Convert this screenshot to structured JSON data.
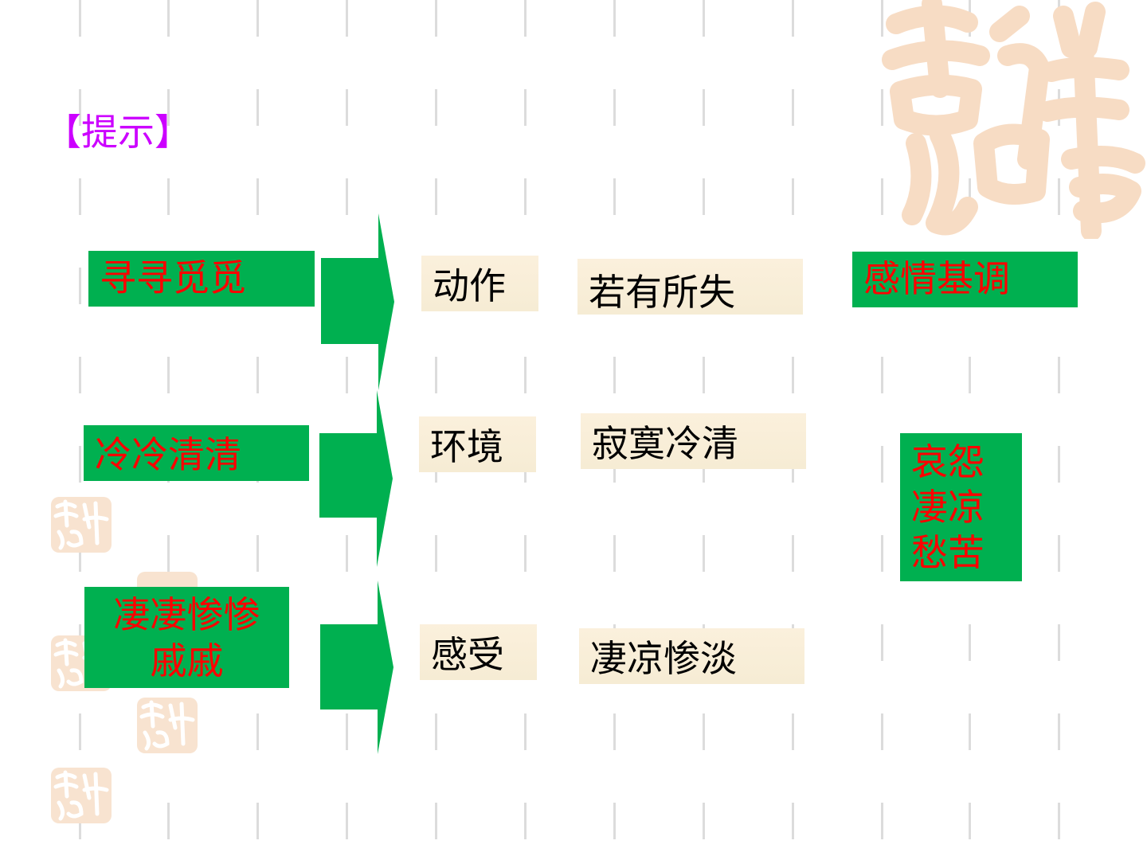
{
  "hint_label": "【提示】",
  "rows": [
    {
      "term": "寻寻觅觅",
      "aspect": "动作",
      "meaning": "若有所失"
    },
    {
      "term": "冷冷清清",
      "aspect": "环境",
      "meaning": "寂寞冷清"
    },
    {
      "term_line1": "凄凄惨惨",
      "term_line2": "戚戚",
      "aspect": "感受",
      "meaning": "凄凉惨淡"
    }
  ],
  "tone": {
    "title": "感情基调",
    "lines": [
      "哀怨",
      "凄凉",
      "愁苦"
    ]
  },
  "colors": {
    "box_green": "#00b050",
    "term_red": "#ff0000",
    "hint_purple": "#cc00ff",
    "cream": "#f8eed8",
    "seal": "#f6d7bd"
  },
  "decorations": [
    "seal-watermark-large",
    "seal-watermark-small"
  ]
}
